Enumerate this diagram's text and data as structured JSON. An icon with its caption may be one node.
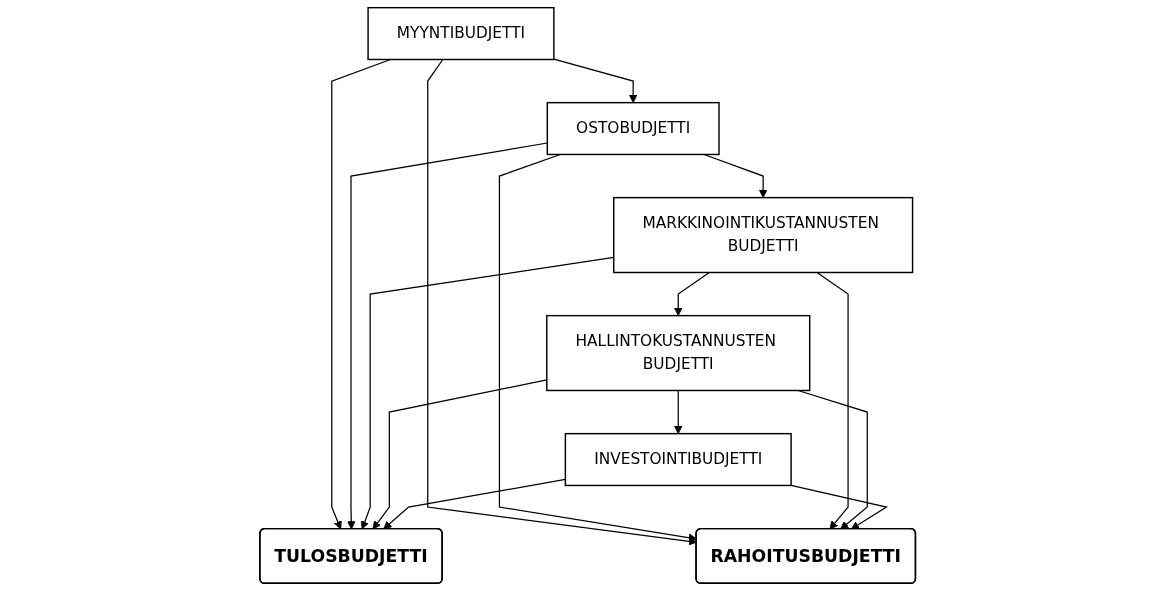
{
  "diagram": {
    "nodes": [
      {
        "text": [
          "MYYNTIBUDJETTI"
        ]
      },
      {
        "text": [
          "OSTOBUDJETTI"
        ]
      },
      {
        "text": [
          "MARKKINOINTIKUSTANNUSTEN BUDJETTI"
        ]
      },
      {
        "text": [
          "HALLINTOKUSTANNUSTEN BUDJETTI"
        ]
      },
      {
        "text": [
          "INVESTOINTIBUDJETTI"
        ]
      },
      {
        "text": [
          "TULOSBUDJETTI"
        ]
      },
      {
        "text": [
          "RAHOITUSBUDJETTI"
        ]
      }
    ],
    "edges": [
      {
        "from": 0,
        "to": 1,
        "arrow": "to"
      },
      {
        "from": 1,
        "to": 2,
        "arrow": "to"
      },
      {
        "from": 2,
        "to": 3,
        "arrow": "to"
      },
      {
        "from": 3,
        "to": 4,
        "arrow": "to"
      },
      {
        "from": 0,
        "to": 5,
        "arrow": "to"
      },
      {
        "from": 0,
        "to": 6,
        "arrow": "to"
      },
      {
        "from": 1,
        "to": 5,
        "arrow": "to"
      },
      {
        "from": 1,
        "to": 6,
        "arrow": "to"
      },
      {
        "from": 2,
        "to": 5,
        "arrow": "to"
      },
      {
        "from": 2,
        "to": 6,
        "arrow": "to"
      },
      {
        "from": 3,
        "to": 5,
        "arrow": "to"
      },
      {
        "from": 3,
        "to": 6,
        "arrow": "to"
      },
      {
        "from": 4,
        "to": 5,
        "arrow": "to"
      },
      {
        "from": 4,
        "to": 6,
        "arrow": "to"
      }
    ]
  }
}
